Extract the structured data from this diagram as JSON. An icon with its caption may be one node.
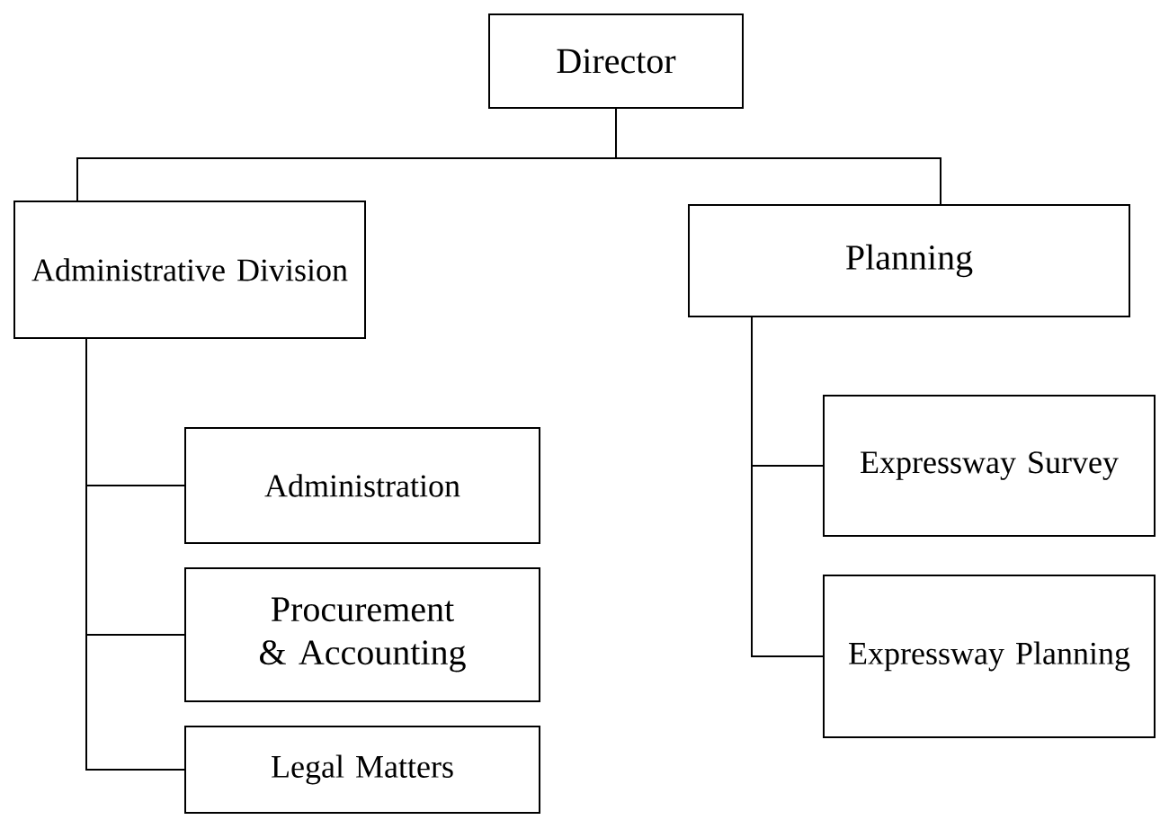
{
  "diagram": {
    "nodes": [
      {
        "text": [
          "Director"
        ]
      },
      {
        "text": [
          "Administrative Division"
        ]
      },
      {
        "text": [
          "Planning"
        ]
      },
      {
        "text": [
          "Administration"
        ]
      },
      {
        "text": [
          "Procurement & Accounting"
        ]
      },
      {
        "text": [
          "Legal Matters"
        ]
      },
      {
        "text": [
          "Expressway Survey"
        ]
      },
      {
        "text": [
          "Expressway Planning"
        ]
      }
    ],
    "edges": [
      {
        "from": 0,
        "to": 1,
        "arrow": "none"
      },
      {
        "from": 0,
        "to": 2,
        "arrow": "none"
      },
      {
        "from": 1,
        "to": 3,
        "arrow": "none"
      },
      {
        "from": 1,
        "to": 4,
        "arrow": "none"
      },
      {
        "from": 1,
        "to": 5,
        "arrow": "none"
      },
      {
        "from": 2,
        "to": 6,
        "arrow": "none"
      },
      {
        "from": 2,
        "to": 7,
        "arrow": "none"
      }
    ]
  }
}
